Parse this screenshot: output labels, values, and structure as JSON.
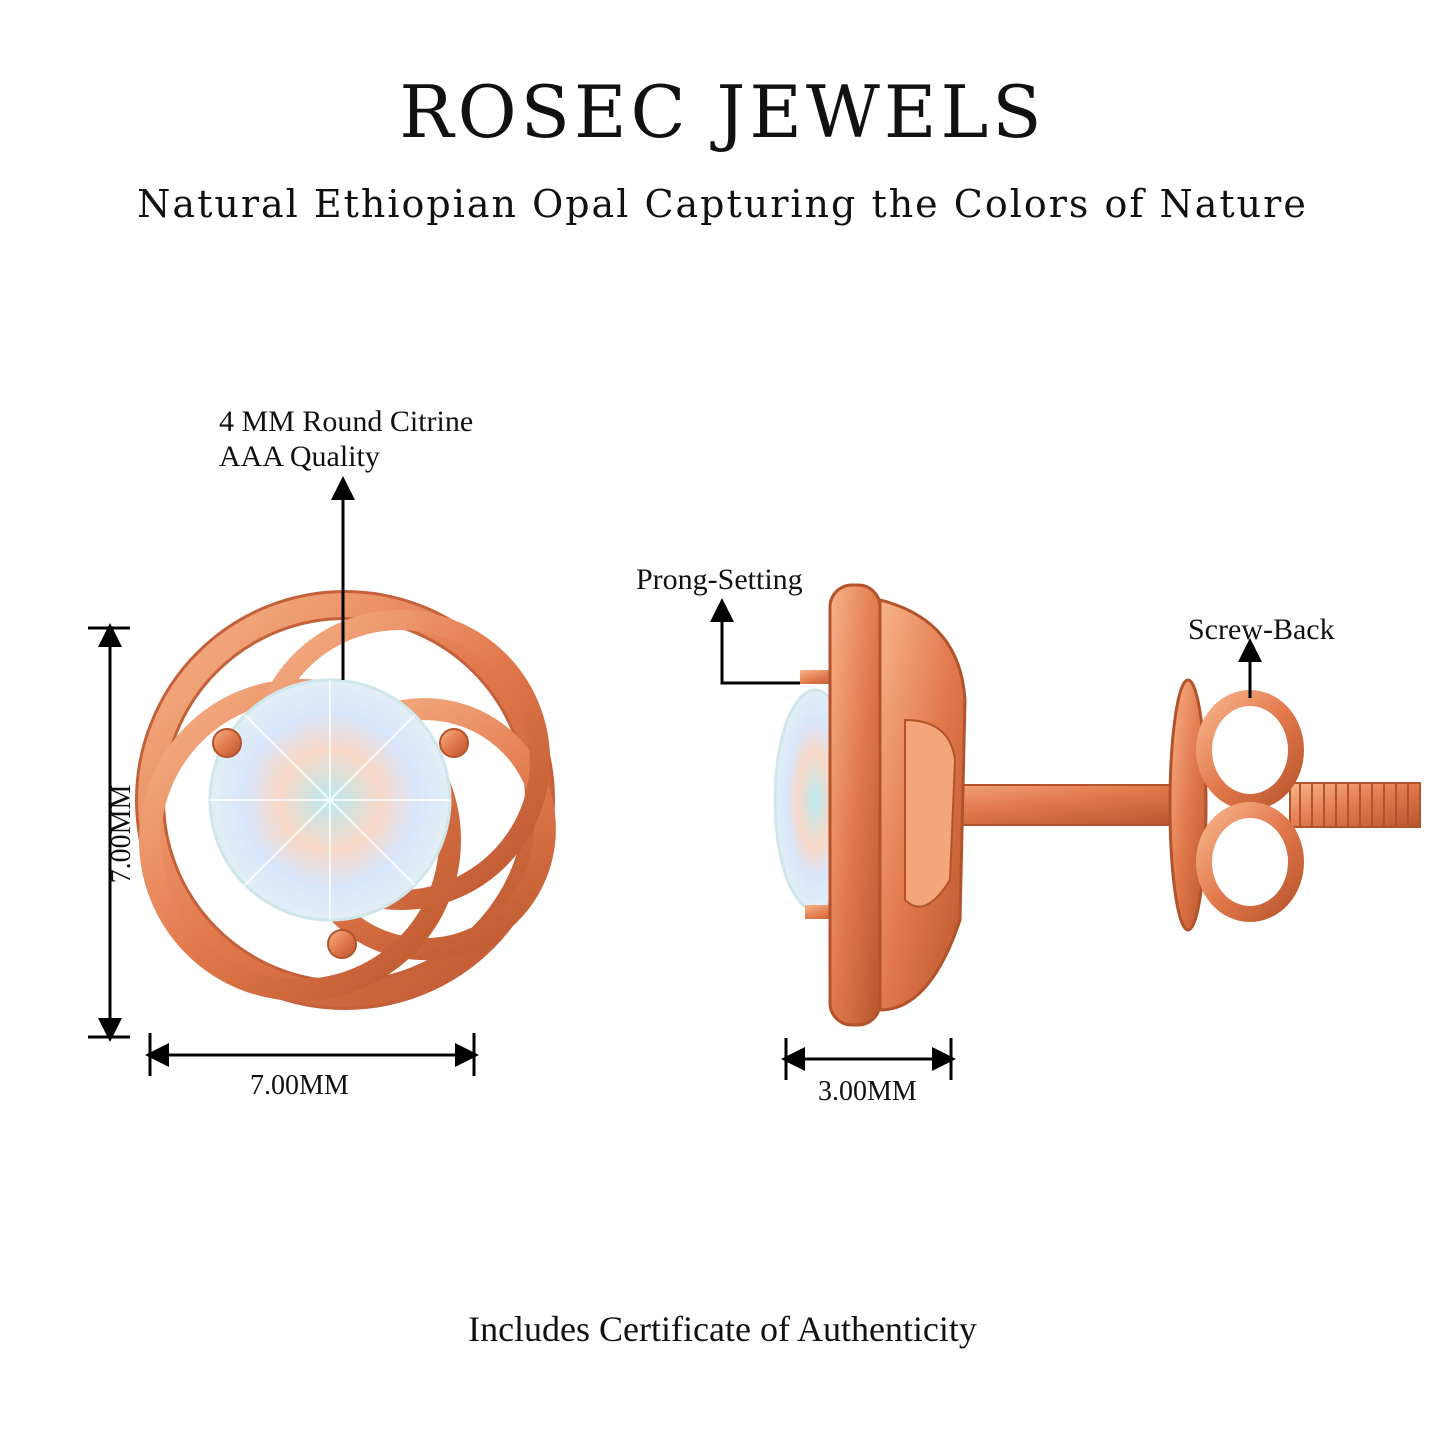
{
  "brand": "ROSEC JEWELS",
  "tagline": "Natural Ethiopian Opal Capturing the Colors of Nature",
  "annotations": {
    "stone_line1": "4 MM Round Citrine",
    "stone_line2": "AAA Quality",
    "prong": "Prong-Setting",
    "screw_back": "Screw-Back"
  },
  "dimensions": {
    "height": "7.00MM",
    "width": "7.00MM",
    "depth": "3.00MM"
  },
  "footer": "Includes Certificate of Authenticity",
  "colors": {
    "rose_gold": "#e07a4f",
    "rose_gold_dark": "#b3532c",
    "rose_gold_light": "#f6b68f",
    "opal": "#dff2f6"
  }
}
